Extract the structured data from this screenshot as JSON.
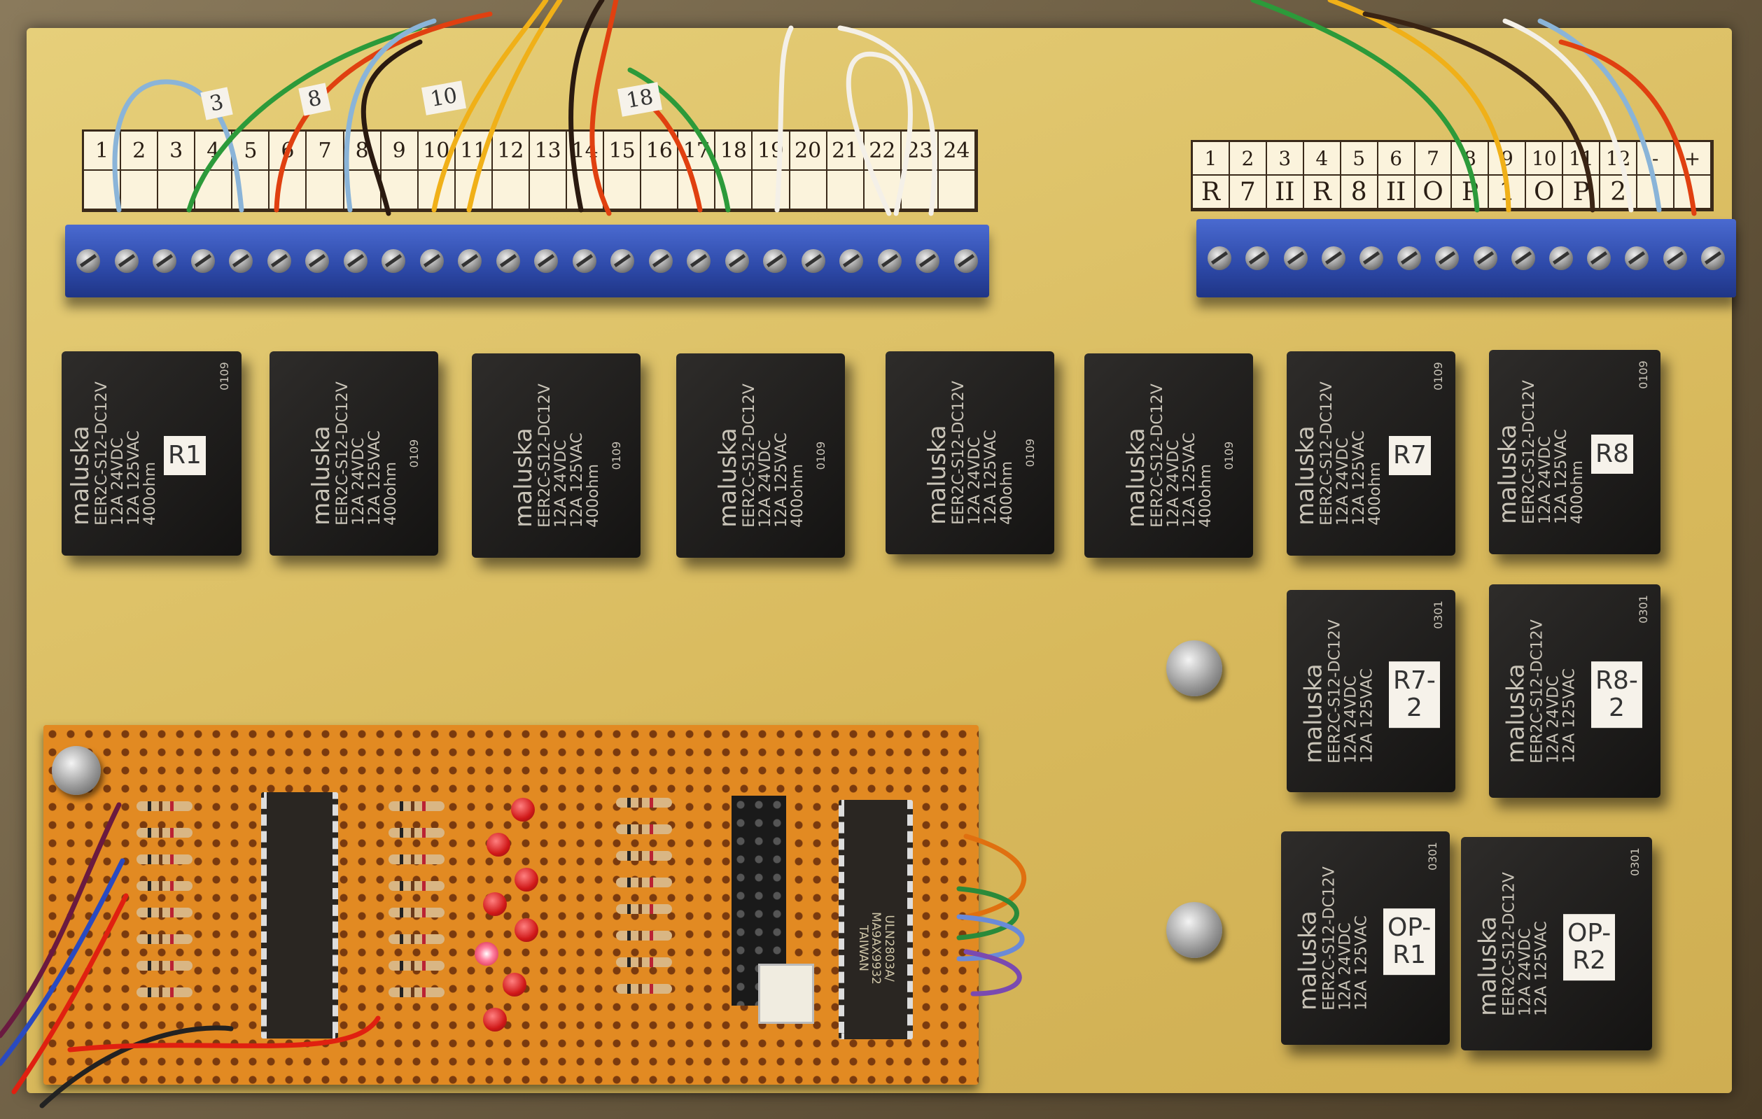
{
  "left_strip": {
    "numbers": [
      "1",
      "2",
      "3",
      "4",
      "5",
      "6",
      "7",
      "8",
      "9",
      "10",
      "11",
      "12",
      "13",
      "14",
      "15",
      "16",
      "17",
      "18",
      "19",
      "20",
      "21",
      "22",
      "23",
      "24"
    ],
    "wire_tags": [
      "3",
      "8",
      "10",
      "18"
    ]
  },
  "right_strip": {
    "numbers": [
      "1",
      "2",
      "3",
      "4",
      "5",
      "6",
      "7",
      "8",
      "9",
      "10",
      "11",
      "12",
      "-",
      "+"
    ],
    "labels": [
      "R",
      "7",
      "II",
      "R",
      "8",
      "II",
      "O",
      "P",
      "1",
      "O",
      "P",
      "2",
      "",
      ""
    ]
  },
  "relay_print": {
    "brand": "maluska",
    "model": "EER2C-S12-DC12V",
    "rating1": "12A 24VDC",
    "rating2": "12A 125VAC",
    "coil": "400ohm"
  },
  "relays": [
    {
      "label": "R1",
      "code": "0109"
    },
    {
      "label": "",
      "code": "0109"
    },
    {
      "label": "",
      "code": "0109"
    },
    {
      "label": "",
      "code": "0109"
    },
    {
      "label": "",
      "code": "0109"
    },
    {
      "label": "",
      "code": "0109"
    },
    {
      "label": "R7",
      "code": "0109"
    },
    {
      "label": "R8",
      "code": "0109"
    },
    {
      "label": "R7-\n2",
      "code": "0301"
    },
    {
      "label": "R8-\n2",
      "code": "0301"
    },
    {
      "label": "OP-\nR1",
      "code": "0301"
    },
    {
      "label": "OP-\nR2",
      "code": "0301"
    }
  ],
  "driver_ic": {
    "line1": "ULN2803A/",
    "line2": "MA9AX9932",
    "line3": "TAIWAN"
  }
}
